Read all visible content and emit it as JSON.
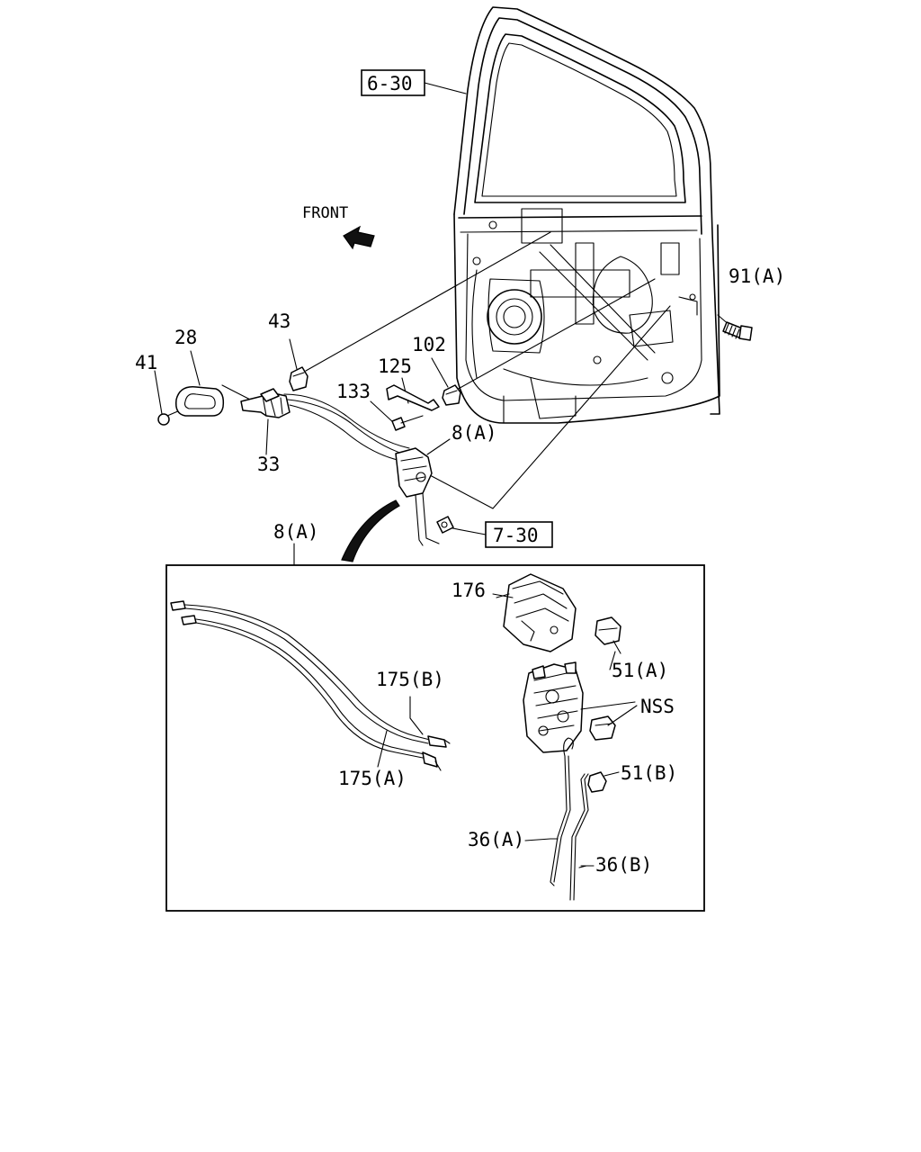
{
  "labels": {
    "ref_6_30": "6-30",
    "front": "FRONT",
    "p91a": "91(A)",
    "p43": "43",
    "p28": "28",
    "p41": "41",
    "p102": "102",
    "p125": "125",
    "p133": "133",
    "p33": "33",
    "p8a_top": "8(A)",
    "p8a_detail": "8(A)",
    "ref_7_30": "7-30",
    "p176": "176",
    "p51a": "51(A)",
    "nss": "NSS",
    "p175b": "175(B)",
    "p175a": "175(A)",
    "p51b": "51(B)",
    "p36a": "36(A)",
    "p36b": "36(B)"
  }
}
